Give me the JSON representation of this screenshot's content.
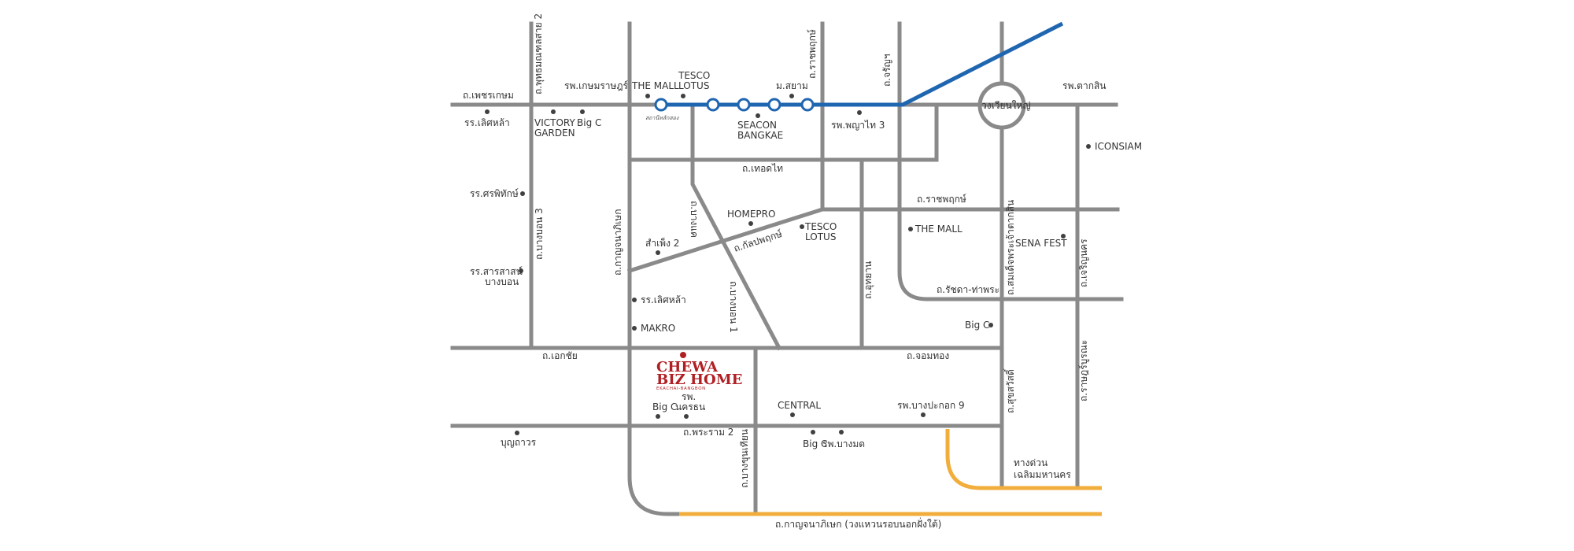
{
  "brand": {
    "line1": "CHEWA",
    "line2": "BIZ HOME",
    "tagline": "EKACHAI-BANGBON",
    "color": "#b01f24"
  },
  "colors": {
    "road": "#8a8a8a",
    "bts_line": "#1f66b0",
    "expressway": "#f2ae3c"
  },
  "roads": {
    "phetkasem": "ถ.เพชรเกษม",
    "phutthamonthon_sai2": "ถ.พุทธมณฑลสาย 2",
    "bangkhae_long": "ถ.ราชพฤกษ์",
    "charansanitwong": "ถ.จรัญฯ",
    "thoet_thai": "ถ.เทอดไท",
    "ratchaphruek": "ถ.ราชพฤกษ์",
    "kalapaphruek": "ถ.กัลปพฤกษ์",
    "bang_bon3": "ถ.บางบอน 3",
    "kanchanaphisek": "ถ.กาญจนาภิเษก",
    "kanchanaphisek_ring": "ถ.กาญจนาภิเษก (วงแหวนรอบนอกฝั่งใต้)",
    "rama2": "ถ.พระราม 2",
    "ekkachai": "ถ.เอกชัย",
    "chom_thong": "ถ.จอมทอง",
    "bang_bon1": "ถ.บางบอน 1",
    "phet_1": "ถ.บางแค",
    "uthong": "ถ.อุทยาน",
    "somdet_chao_phraya": "ถ.สมเด็จพระเจ้าตากสิน",
    "ratchada_thapra": "ถ.รัชดา-ท่าพระ",
    "charoen_krung": "ถ.เจริญนคร",
    "suksawat": "ถ.สุขสวัสดิ์",
    "rat_burana": "ถ.ราษฎร์บูรณะ",
    "bang_khun_thian": "ถ.บางขุนเทียน",
    "wongwian_yai": "วงเวียนใหญ่",
    "expressway": "ทางด่วน\nเฉลิมมหานคร"
  },
  "places": {
    "kasemrad": "รพ.เกษมราษฎร์",
    "the_mall1": "THE MALL",
    "tesco1": "TESCO\nLOTUS",
    "mahidol": "ม.สยาม",
    "tak_sin": "รพ.ตากสิน",
    "lertlah1": "รร.เลิศหล้า",
    "victory": "VICTORY\nGARDEN",
    "bigc1": "Big C",
    "station_note": "สถานีหลักสอง",
    "seacon": "SEACON\nBANGKAE",
    "phyathai3": "รพ.พญาไท 3",
    "iconsiam": "ICONSIAM",
    "sorphithak": "รร.ศรพิทักษ์",
    "homepro": "HOMEPRO",
    "tesco2": "TESCO\nLOTUS",
    "the_mall2": "THE MALL",
    "sena_fest": "SENA FEST",
    "sampheng2": "สำเพ็ง 2",
    "saraswat": "รร.สารสาสน์\nบางบอน",
    "lertlah2": "รร.เลิศหล้า",
    "makro": "MAKRO",
    "bigc2": "Big C",
    "bigc3": "Big C",
    "nakhonthon": "รพ.\nนครธน",
    "central": "CENTRAL",
    "bangpakok9": "รพ.บางปะกอก 9",
    "bunkhawon": "บุญถาวร",
    "bigc4": "Big C",
    "bangmod": "รพ.บางมด"
  }
}
